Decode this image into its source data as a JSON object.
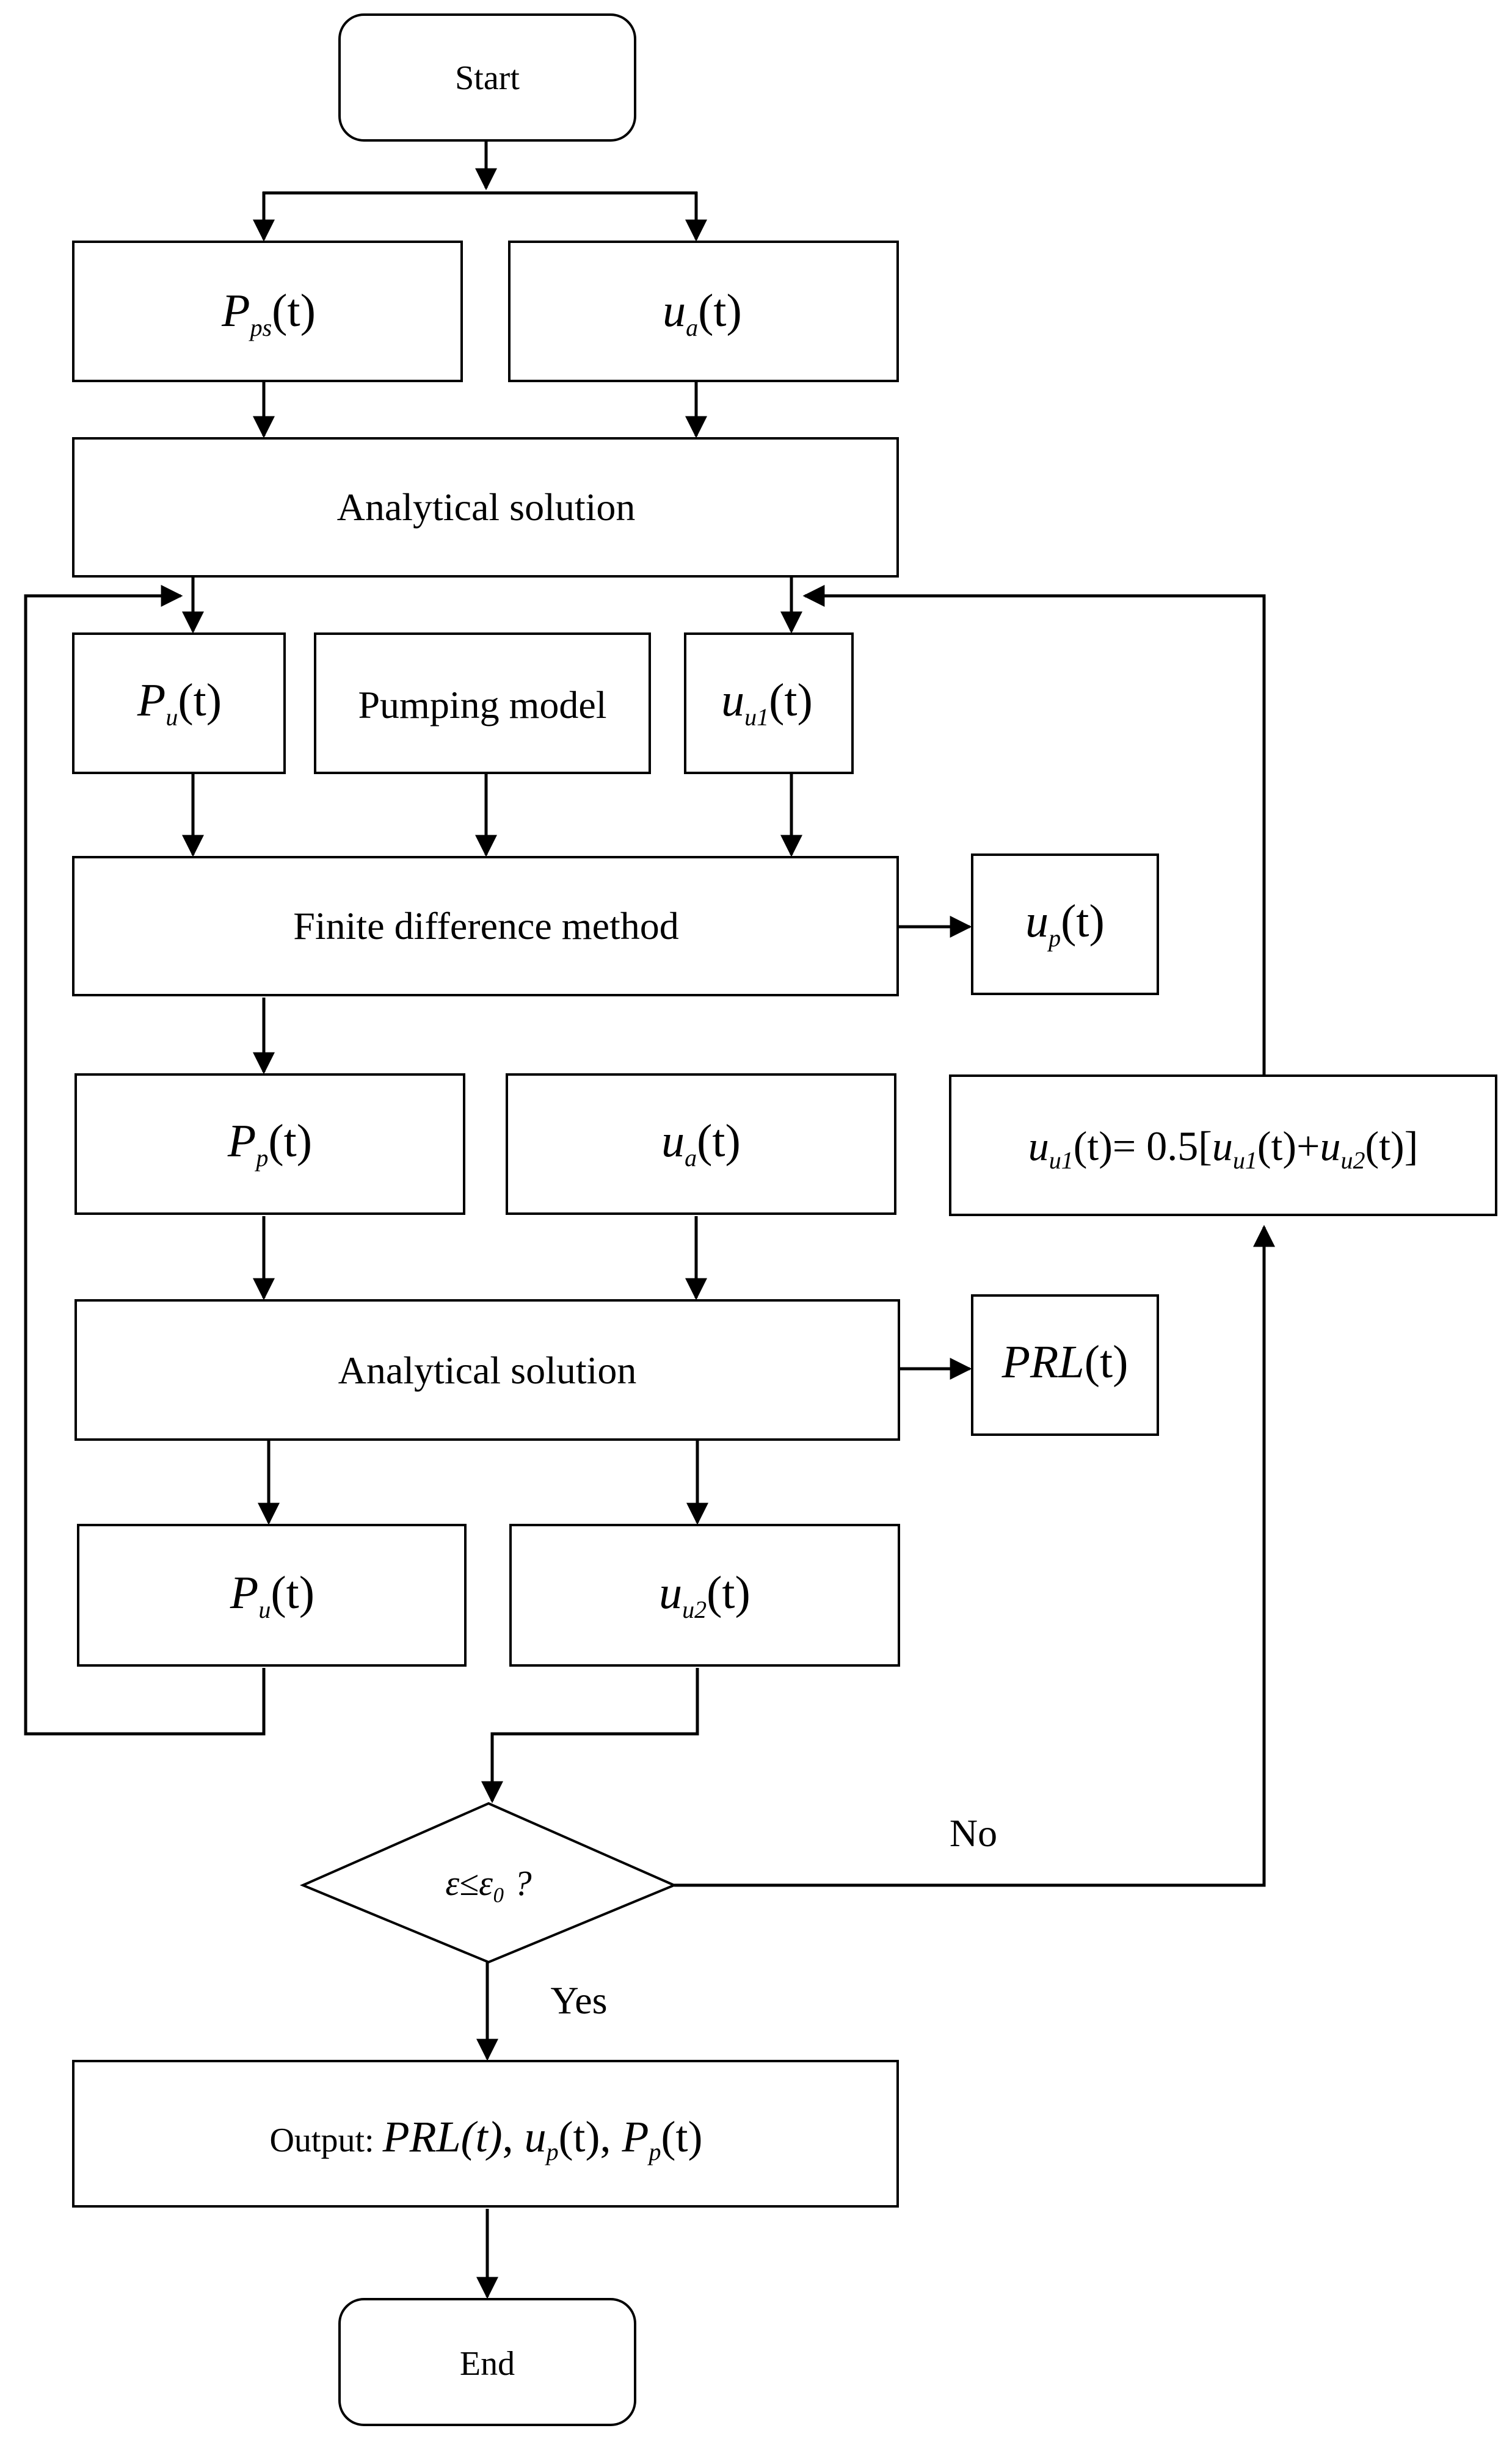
{
  "nodes": {
    "start": "Start",
    "pps": {
      "main": "P",
      "sub": "ps",
      "arg": "(t)"
    },
    "ua_top": {
      "main": "u",
      "sub": "a",
      "arg": "(t)"
    },
    "analytical_1": "Analytical solution",
    "pu_top": {
      "main": "P",
      "sub": "u",
      "arg": "(t)"
    },
    "pumping_model": "Pumping model",
    "uu1": {
      "main": "u",
      "sub": "u1",
      "arg": "(t)"
    },
    "finite_difference": "Finite difference method",
    "up": {
      "main": "u",
      "sub": "p",
      "arg": "(t)"
    },
    "pp": {
      "main": "P",
      "sub": "p",
      "arg": "(t)"
    },
    "ua_mid": {
      "main": "u",
      "sub": "a",
      "arg": "(t)"
    },
    "update": {
      "lhs_main": "u",
      "lhs_sub": "u1",
      "lhs_arg": "(t)",
      "eq": "= 0.5[",
      "t1_main": "u",
      "t1_sub": "u1",
      "t1_arg": "(t)",
      "plus": "+",
      "t2_main": "u",
      "t2_sub": "u2",
      "t2_arg": "(t)",
      "close": "]"
    },
    "analytical_2": "Analytical solution",
    "prl": {
      "main": "PRL",
      "arg": "(t)"
    },
    "pu_bottom": {
      "main": "P",
      "sub": "u",
      "arg": "(t)"
    },
    "uu2": {
      "main": "u",
      "sub": "u2",
      "arg": "(t)"
    },
    "decision": "ε≤ε₀ ?",
    "no_label": "No",
    "yes_label": "Yes",
    "output": {
      "prefix": "Output: ",
      "a": "PRL(t)",
      "sep1": ", ",
      "b_main": "u",
      "b_sub": "p",
      "b_arg": "(t)",
      "sep2": ", ",
      "c_main": "P",
      "c_sub": "p",
      "c_arg": "(t)"
    },
    "end": "End"
  }
}
